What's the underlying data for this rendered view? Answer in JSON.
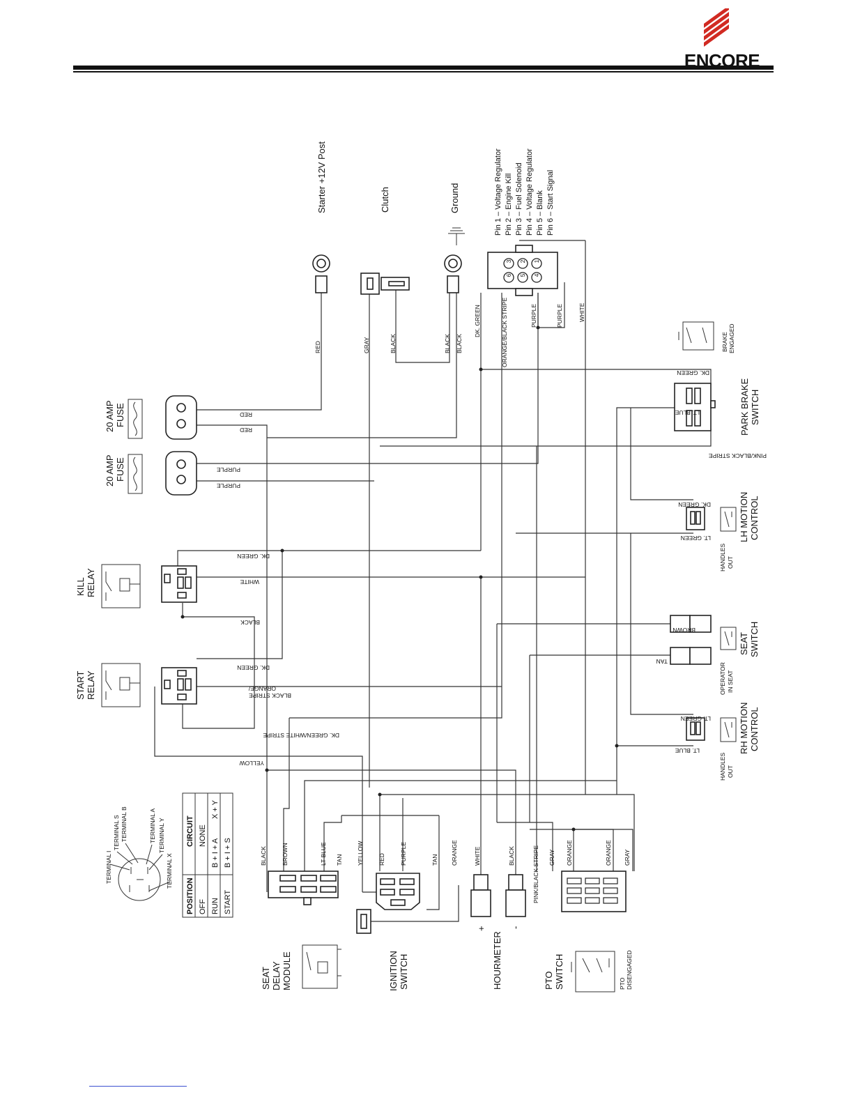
{
  "header": {
    "logo_text": "ENCORE"
  },
  "top_labels": {
    "starter": "Starter +12V Post",
    "clutch": "Clutch",
    "ground": "Ground"
  },
  "pin_list": [
    "Pin 1 – Voltage Regulator",
    "Pin 2 – Engine Kill",
    "Pin 3 – Fuel Solenoid",
    "Pin 4 – Voltage Regulator",
    "Pin 5 – Blank",
    "Pin 6 – Start Signal"
  ],
  "components": {
    "fuse_a": [
      "20 AMP",
      "FUSE"
    ],
    "fuse_b": [
      "20 AMP",
      "FUSE"
    ],
    "kill_relay": [
      "KILL",
      "RELAY"
    ],
    "start_relay": [
      "START",
      "RELAY"
    ],
    "seat_delay": [
      "SEAT",
      "DELAY",
      "MODULE"
    ],
    "ignition": [
      "IGNITION",
      "SWITCH"
    ],
    "hourmeter": "HOURMETER",
    "pto": [
      "PTO",
      "SWITCH"
    ],
    "pto_state": [
      "PTO",
      "DISENGAGED"
    ],
    "park_brake": [
      "PARK BRAKE",
      "SWITCH"
    ],
    "brake_state": [
      "BRAKE",
      "ENGAGED"
    ],
    "lh_motion": [
      "LH MOTION",
      "CONTROL"
    ],
    "rh_motion": [
      "RH MOTION",
      "CONTROL"
    ],
    "seat_switch": [
      "SEAT",
      "SWITCH"
    ],
    "handles_out": [
      "HANDLES",
      "OUT"
    ],
    "operator_seat": [
      "OPERATOR",
      "IN SEAT"
    ],
    "hour_plus": "+",
    "hour_minus": "-"
  },
  "terminals": {
    "i": "TERMINAL I",
    "s": "TERMINAL S",
    "b": "TERMINAL B",
    "a": "TERMINAL A",
    "y": "TERMINAL Y",
    "x": "TERMINAL X"
  },
  "truth_table": {
    "headers": [
      "POSITION",
      "CIRCUIT"
    ],
    "rows": [
      [
        "OFF",
        "NONE"
      ],
      [
        "RUN",
        "B + I + A",
        "X + Y"
      ],
      [
        "START",
        "B + I + S"
      ]
    ]
  },
  "wire_labels": {
    "red_top": "RED",
    "gray": "GRAY",
    "black1": "BLACK",
    "black2": "BLACK",
    "black3": "BLACK",
    "dk_green": "DK. GREEN",
    "orange_black": "ORANGE/BLACK STRIPE",
    "purple1": "PURPLE",
    "purple2": "PURPLE",
    "white": "WHITE",
    "fuse_red1": "RED",
    "fuse_red2": "RED",
    "fuse_purple1": "PURPLE",
    "fuse_purple2": "PURPLE",
    "kill_dkgreen": "DK. GREEN",
    "kill_white": "WHITE",
    "kill_black": "BLACK",
    "start_dkgreen": "DK. GREEN",
    "start_orange1": "ORANGE/",
    "start_orange2": "BLACK STRIPE",
    "start_dkgreenwhite": "DK. GREEN/WHITE STRIPE",
    "yellow_mid": "YELLOW",
    "pb_dkgreen": "DK. GREEN",
    "pb_ltblue": "LT. BLUE",
    "pb_pink": "PINK/BLACK STRIPE",
    "lh_dkgreen": "DK. GREEN",
    "lh_ltgreen": "LT. GREEN",
    "seat_brown": "BROWN",
    "seat_tan": "TAN",
    "rh_ltgreen": "LT. GREEN",
    "rh_ltblue": "LT. BLUE",
    "sd_black": "BLACK",
    "sd_brown": "BROWN",
    "sd_ltblue": "LT BLUE",
    "sd_tan": "TAN",
    "ig_yellow": "YELLOW",
    "ig_red": "RED",
    "ig_purple": "PURPLE",
    "ig_tan": "TAN",
    "ig_orange": "ORANGE",
    "hm_white": "WHITE",
    "hm_black": "BLACK",
    "pto_pink": "PINK/BLACK STRIPE",
    "pto_gray1": "GRAY",
    "pto_orange1": "ORANGE",
    "pto_orange2": "ORANGE",
    "pto_gray2": "GRAY"
  }
}
